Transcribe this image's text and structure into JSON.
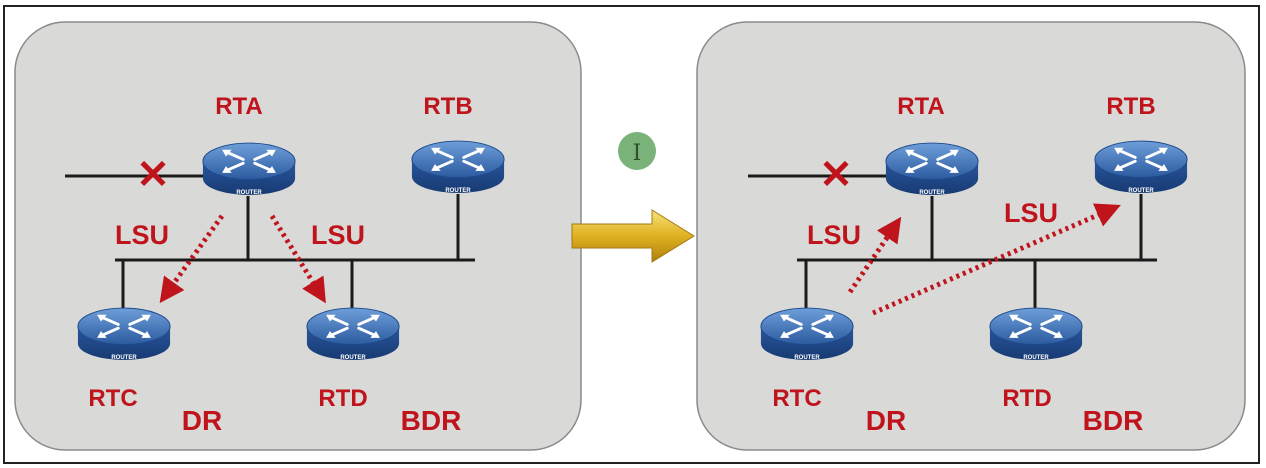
{
  "colors": {
    "panel_fill": "#d9d9d8",
    "panel_stroke": "#8a8a8a",
    "label_red": "#c0141c",
    "router_blue": "#2f5fa8",
    "arrow_gold": "#e0b020",
    "cursor_dot": "#6aab6a"
  },
  "cursor": {
    "glyph": "I"
  },
  "left_panel": {
    "routers": {
      "rta": {
        "name": "RTA",
        "caption": "ROUTER"
      },
      "rtb": {
        "name": "RTB",
        "caption": "ROUTER"
      },
      "rtc": {
        "name": "RTC",
        "caption": "ROUTER"
      },
      "rtd": {
        "name": "RTD",
        "caption": "ROUTER"
      }
    },
    "lsu_labels": [
      "LSU",
      "LSU"
    ],
    "dr_label": "DR",
    "bdr_label": "BDR",
    "failure_mark": "✕"
  },
  "right_panel": {
    "routers": {
      "rta": {
        "name": "RTA",
        "caption": "ROUTER"
      },
      "rtb": {
        "name": "RTB",
        "caption": "ROUTER"
      },
      "rtc": {
        "name": "RTC",
        "caption": "ROUTER"
      },
      "rtd": {
        "name": "RTD",
        "caption": "ROUTER"
      }
    },
    "lsu_labels": [
      "LSU",
      "LSU"
    ],
    "dr_label": "DR",
    "bdr_label": "BDR",
    "failure_mark": "✕"
  },
  "transition_arrow": {
    "icon": "right-arrow-icon"
  }
}
